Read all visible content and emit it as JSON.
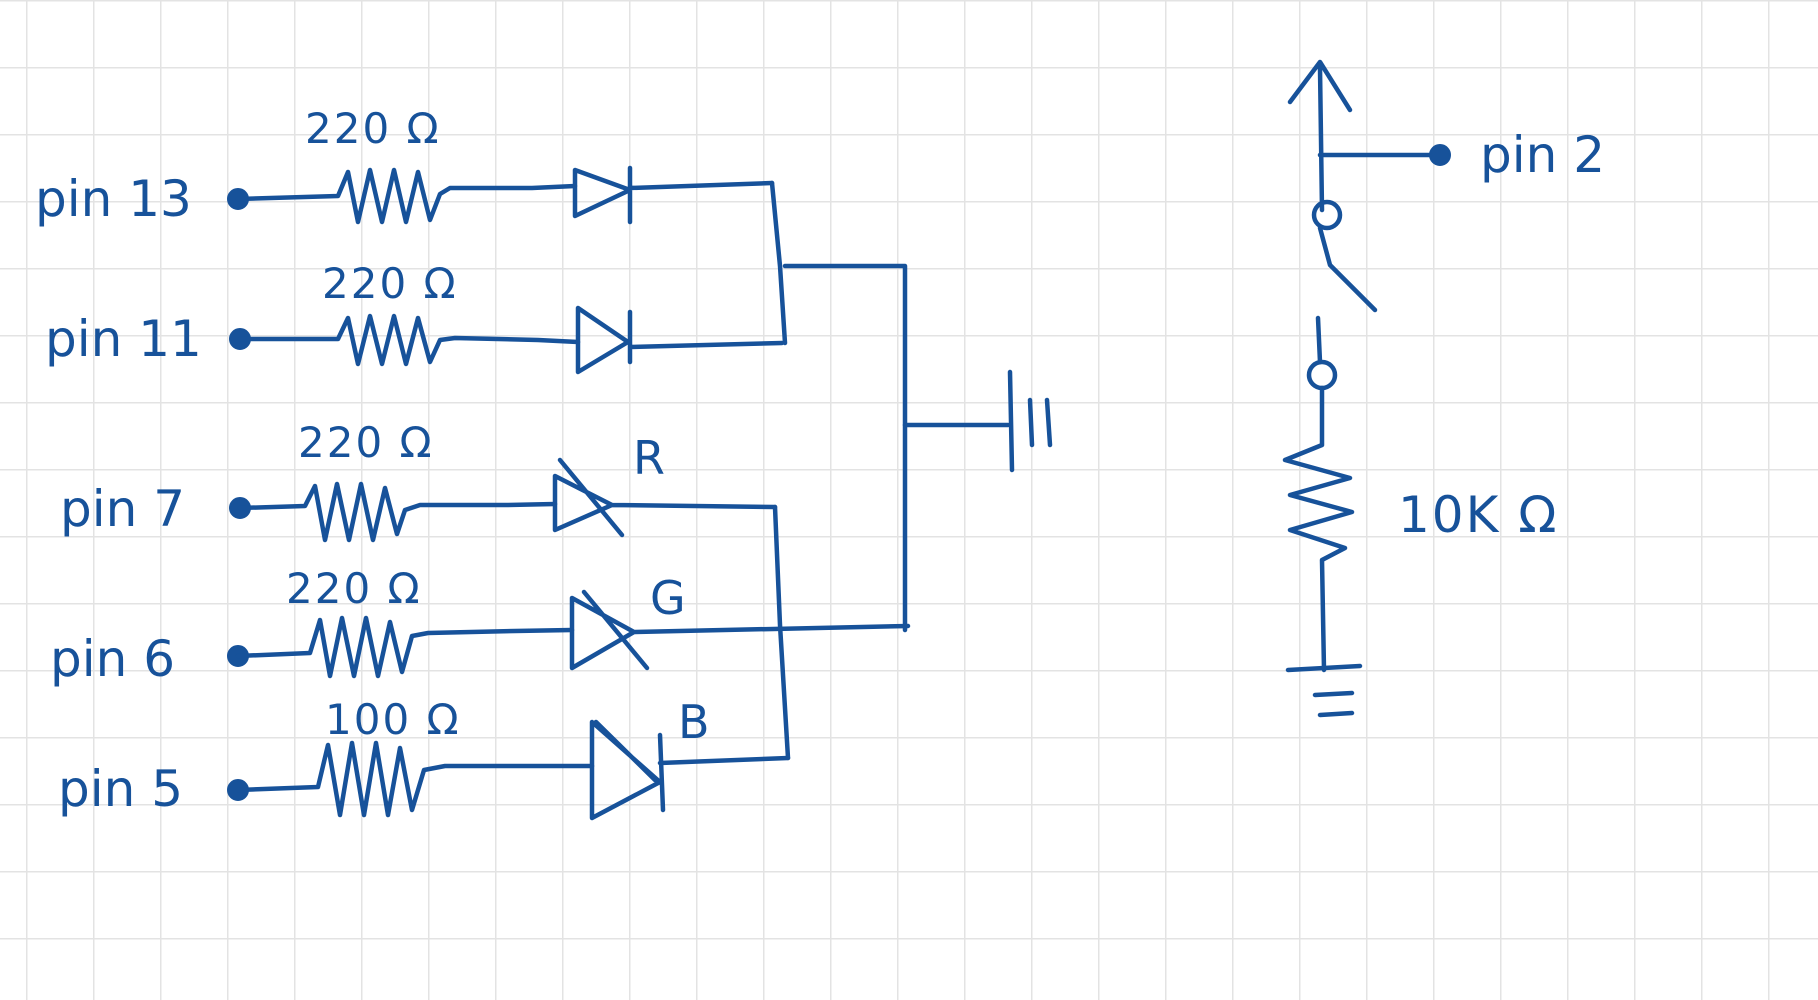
{
  "page": {
    "ink_color": "#17529a",
    "grid_color": "#e3e3e3",
    "background": "#ffffff"
  },
  "led_channels": [
    {
      "pin_label": "pin 13",
      "resistor_label": "220 Ω",
      "led_label": ""
    },
    {
      "pin_label": "pin 11",
      "resistor_label": "220 Ω",
      "led_label": ""
    },
    {
      "pin_label": "pin 7",
      "resistor_label": "220 Ω",
      "led_label": "R"
    },
    {
      "pin_label": "pin 6",
      "resistor_label": "220 Ω",
      "led_label": "G"
    },
    {
      "pin_label": "pin 5",
      "resistor_label": "100 Ω",
      "led_label": "B"
    }
  ],
  "button_circuit": {
    "pin_label": "pin 2",
    "resistor_label": "10K Ω"
  }
}
